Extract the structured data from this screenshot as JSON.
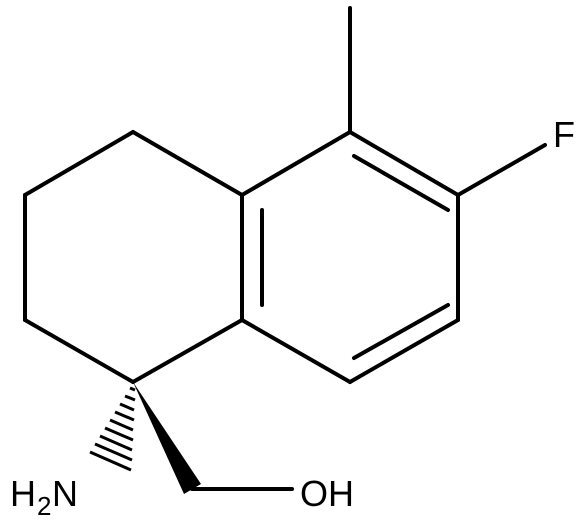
{
  "molecule": {
    "atom_labels": {
      "fluorine": "F",
      "hydroxyl": "OH",
      "amine_h": "H",
      "amine_sub": "2",
      "amine_n": "N"
    },
    "bond_color": "#000000",
    "background": "#ffffff"
  }
}
